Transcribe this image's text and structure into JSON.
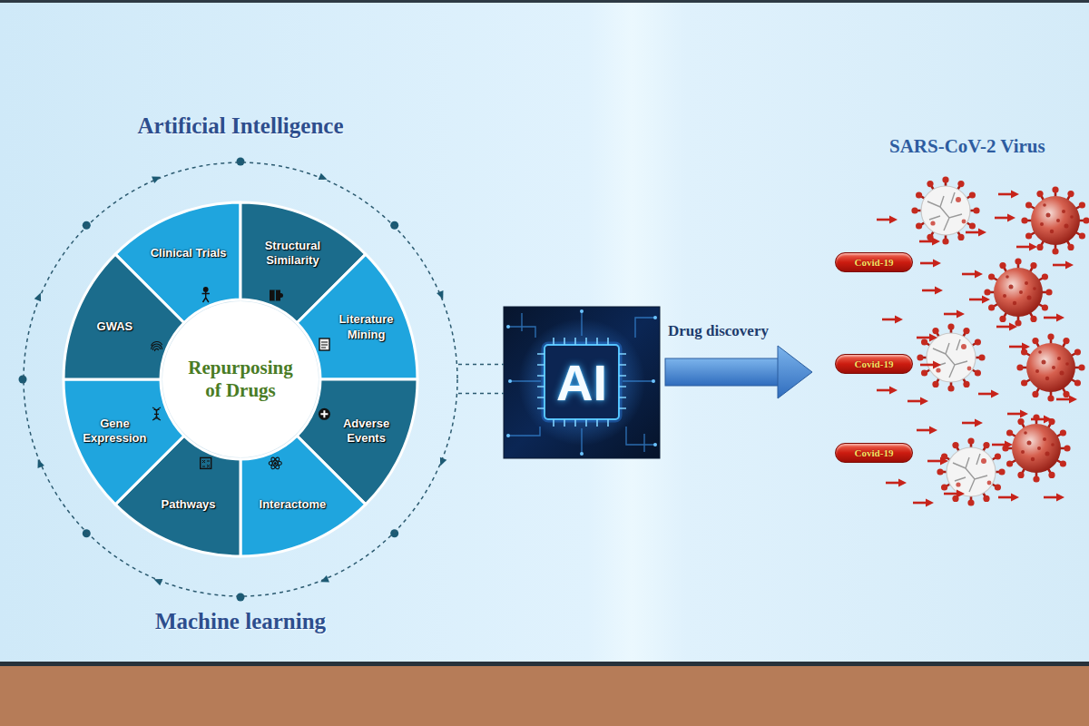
{
  "diagram": {
    "nodes": [
      {
        "text": [
          "Artificial Intelligence",
          "Machine learning"
        ]
      },
      {
        "text": [
          "Repurposing of Drugs"
        ],
        "in": 0
      },
      {
        "text": [
          "Clinical Trials"
        ],
        "in": 0
      },
      {
        "text": [
          "Structural Similarity"
        ],
        "in": 0
      },
      {
        "text": [
          "Literature Mining"
        ],
        "in": 0
      },
      {
        "text": [
          "Adverse Events"
        ],
        "in": 0
      },
      {
        "text": [
          "Interactome"
        ],
        "in": 0
      },
      {
        "text": [
          "Pathways"
        ],
        "in": 0
      },
      {
        "text": [
          "Gene Expression"
        ],
        "in": 0
      },
      {
        "text": [
          "GWAS"
        ],
        "in": 0
      },
      {
        "text": [
          "AI"
        ]
      },
      {
        "text": [
          "Covid-19"
        ]
      },
      {
        "text": [
          "Covid-19"
        ]
      },
      {
        "text": [
          "Covid-19"
        ]
      }
    ],
    "edges": [
      {
        "from": 0,
        "to": 10,
        "arrow": "none"
      },
      {
        "from": 0,
        "to": 10,
        "arrow": "none"
      }
    ],
    "labels": [
      "Drug discovery",
      "SARS-CoV-2 Virus"
    ]
  }
}
